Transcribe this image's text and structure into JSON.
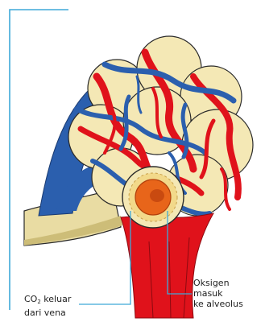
{
  "labels": {
    "co2": {
      "formula_main": "CO",
      "formula_sub": "2",
      "line1_rest": " keluar",
      "line2": "dari vena"
    },
    "o2": {
      "line1": "Oksigen",
      "line2": "masuk",
      "line3": "ke alveolus"
    }
  },
  "colors": {
    "artery": "#e0121b",
    "vein": "#2b5fae",
    "alveolus_fill": "#f4e8b5",
    "callout": "#3fa9d8",
    "cell": "#e8651a"
  }
}
